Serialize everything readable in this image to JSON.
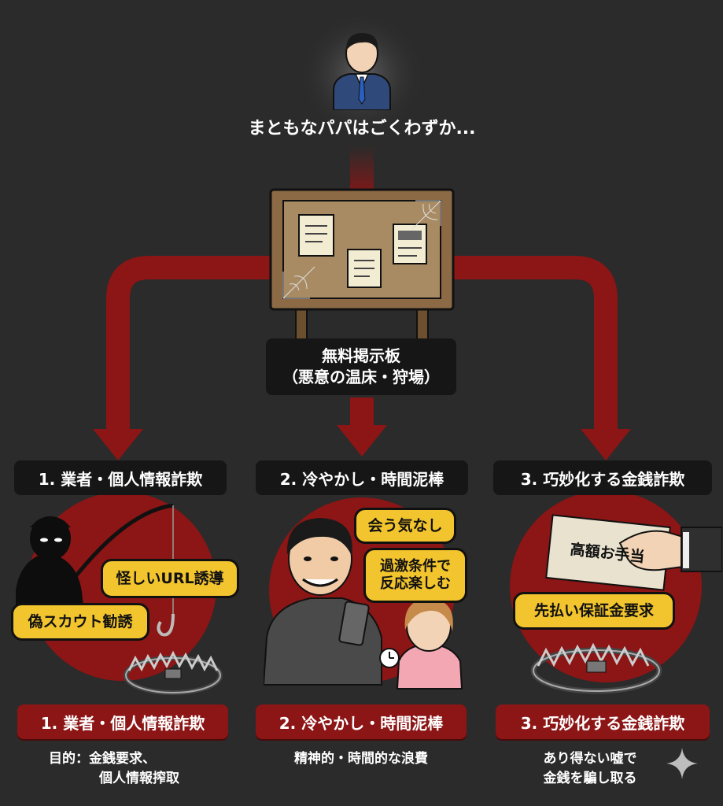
{
  "top": {
    "caption": "まともなパパはごくわずか..."
  },
  "board": {
    "title": "無料掲示板",
    "subtitle": "（悪意の温床・狩場）"
  },
  "branches": [
    {
      "header": "1. 業者・個人情報詐欺",
      "bubbles": [
        "怪しいURL誘導",
        "偽スカウト勧誘"
      ],
      "footer": "1. 業者・個人情報詐欺",
      "note": [
        "目的：金銭要求、",
        "個人情報搾取"
      ]
    },
    {
      "header": "2. 冷やかし・時間泥棒",
      "bubbles": [
        "会う気なし",
        "過激条件で",
        "反応楽しむ"
      ],
      "footer": "2. 冷やかし・時間泥棒",
      "note": [
        "精神的・時間的な浪費"
      ]
    },
    {
      "header": "3. 巧妙化する金銭詐欺",
      "bubbles": [
        "高額お手当",
        "先払い保証金要求"
      ],
      "footer": "3. 巧妙化する金銭詐欺",
      "note": [
        "あり得ない嘘で",
        "金銭を騙し取る"
      ]
    }
  ],
  "colors": {
    "background": "#2b2b2b",
    "arrow": "#8c1515",
    "tag_black": "#161616",
    "bubble": "#f2c42d"
  }
}
